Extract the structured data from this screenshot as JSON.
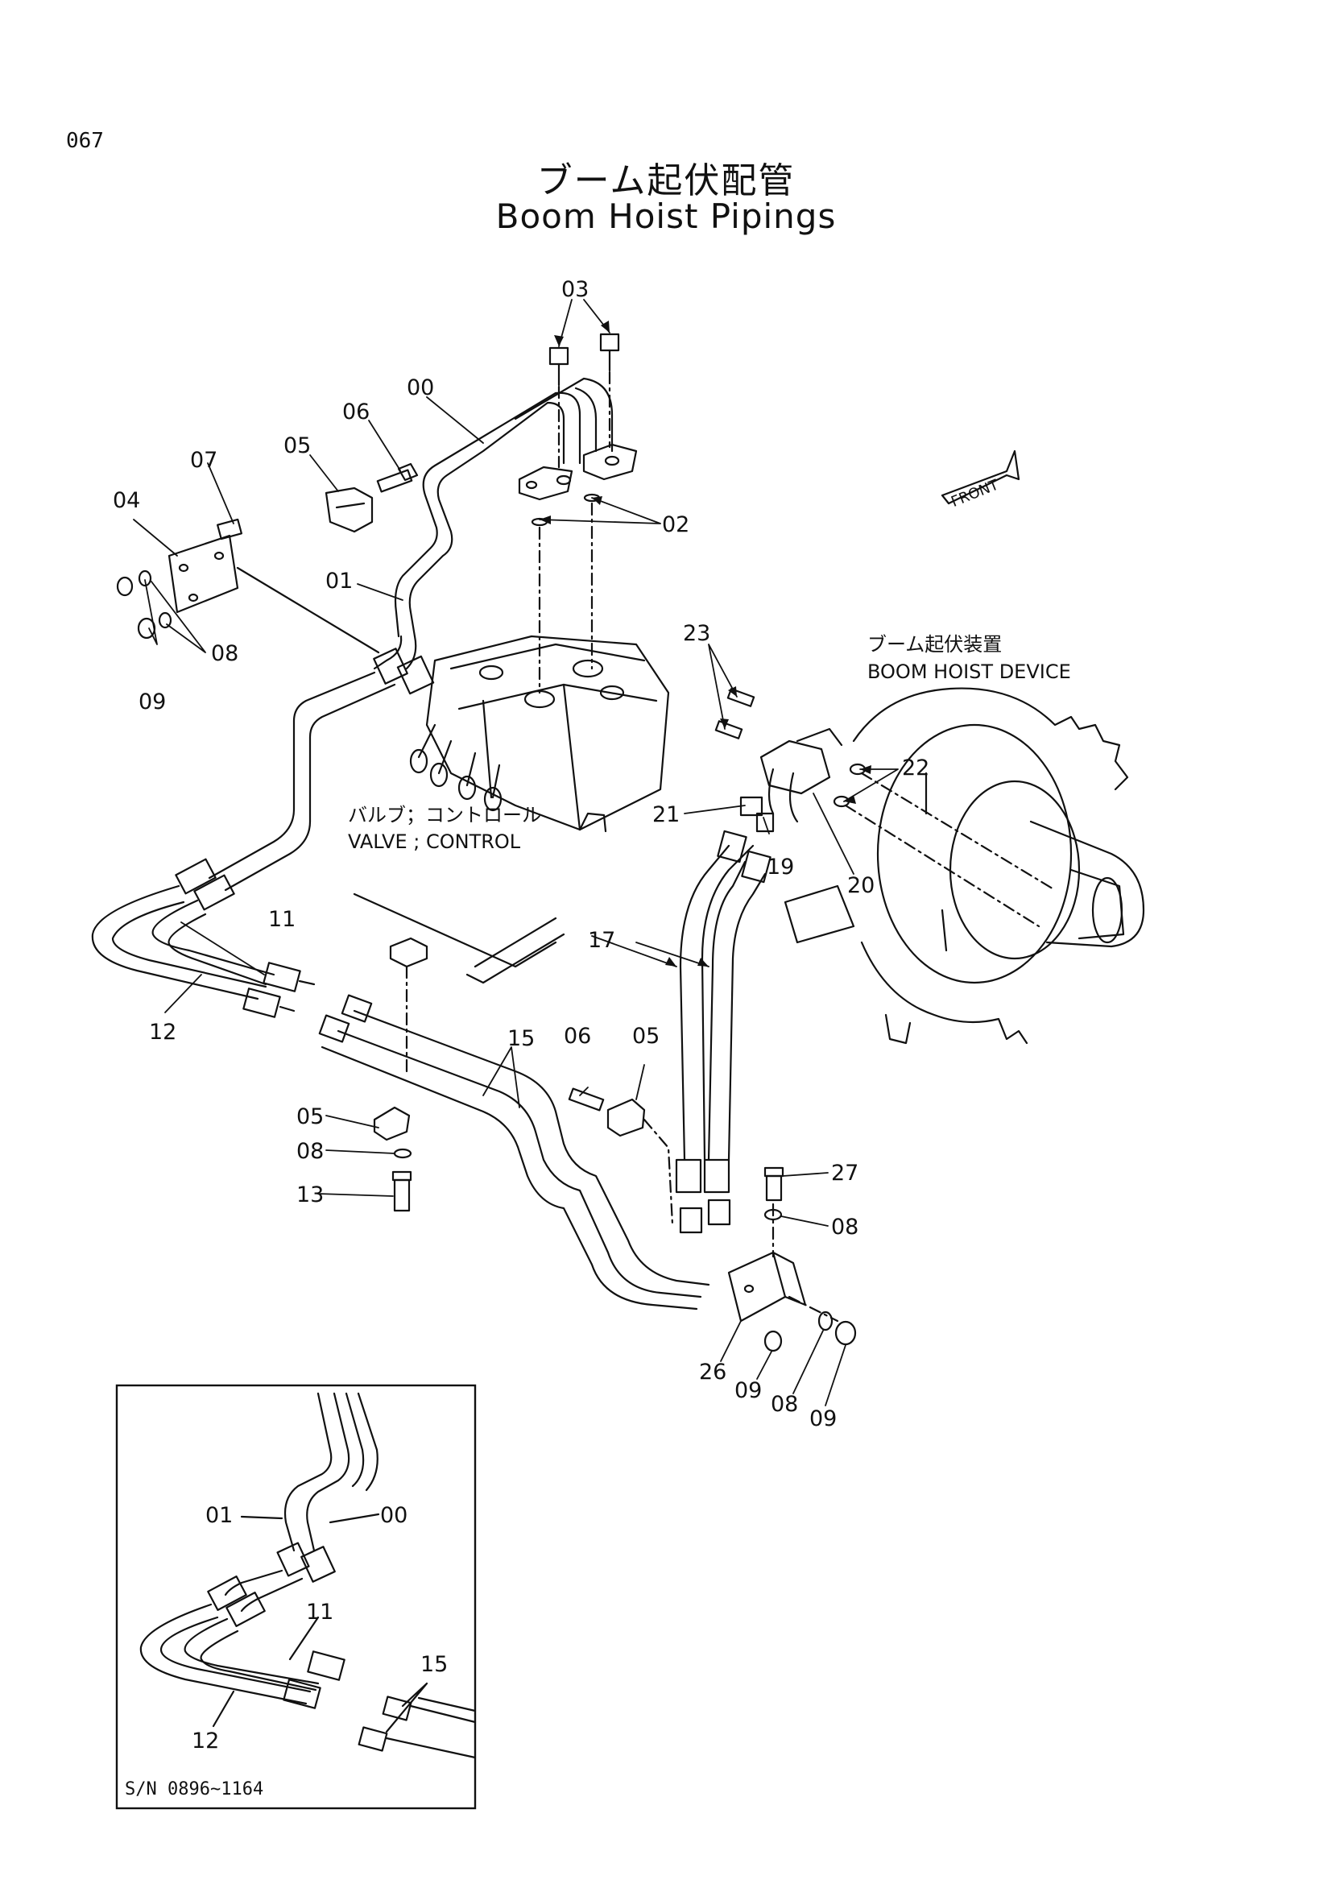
{
  "page_number": "067",
  "title_jp": "ブーム起伏配管",
  "title_en": "Boom Hoist Pipings",
  "front_label": "FRONT",
  "labels": {
    "valve_jp": "バルブ；コントロール",
    "valve_en": "VALVE ; CONTROL",
    "device_jp": "ブーム起伏装置",
    "device_en": "BOOM HOIST DEVICE"
  },
  "callouts": {
    "c00": "00",
    "c01": "01",
    "c02": "02",
    "c03": "03",
    "c04": "04",
    "c05a": "05",
    "c05b": "05",
    "c05c": "05",
    "c06a": "06",
    "c06b": "06",
    "c07": "07",
    "c08a": "08",
    "c08b": "08",
    "c08c": "08",
    "c08d": "08",
    "c09a": "09",
    "c09b": "09",
    "c09c": "09",
    "c11": "11",
    "c12": "12",
    "c13": "13",
    "c15": "15",
    "c17": "17",
    "c19": "19",
    "c20": "20",
    "c21": "21",
    "c22": "22",
    "c23": "23",
    "c26": "26",
    "c27": "27"
  },
  "inset": {
    "c00": "00",
    "c01": "01",
    "c11": "11",
    "c12": "12",
    "c15": "15",
    "serial": "S/N 0896~1164"
  }
}
